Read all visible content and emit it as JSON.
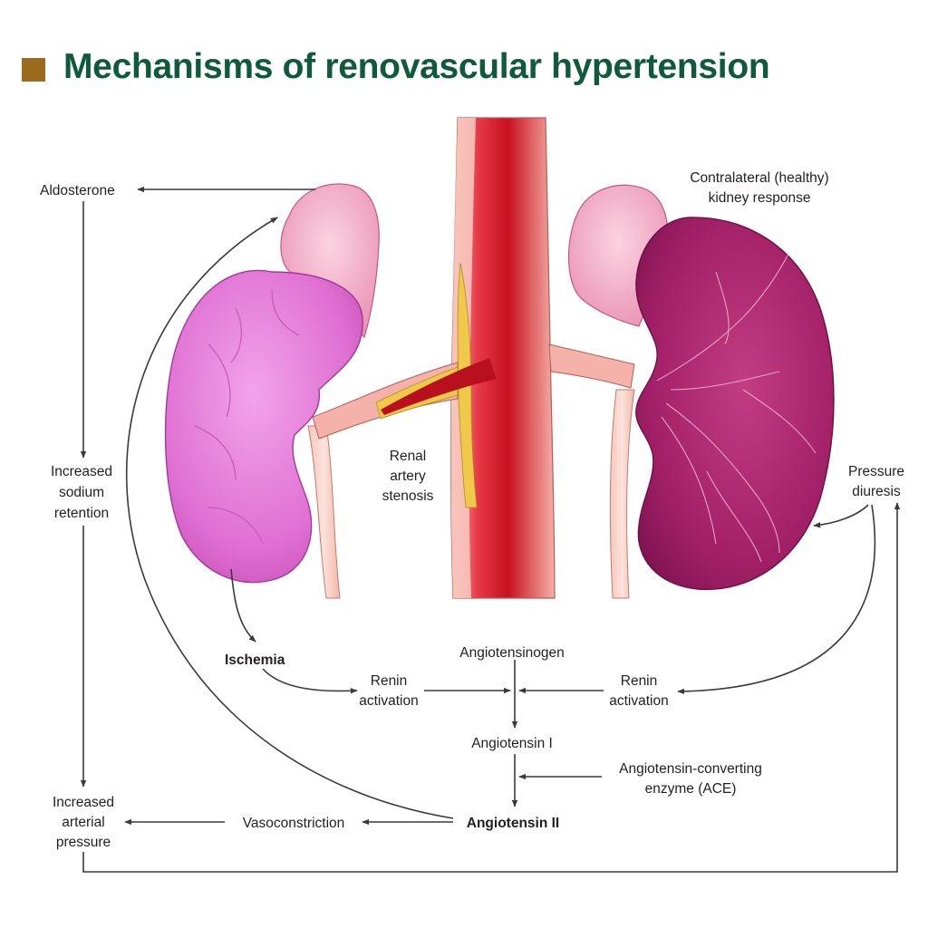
{
  "title": "Mechanisms of renovascular hypertension",
  "colors": {
    "title_text": "#0e5a3a",
    "title_square": "#9b6a1c",
    "aorta": "#e0182b",
    "stenotic_kidney": "#e27ad6",
    "healthy_kidney": "#a8216e",
    "adrenal": "#f2aec7",
    "plaque": "#f0c84a",
    "arrow": "#3a3a3a"
  },
  "labels": {
    "aldosterone": "Aldosterone",
    "contralateral_line1": "Contralateral (healthy)",
    "contralateral_line2": "kidney response",
    "increased_sodium_line1": "Increased",
    "increased_sodium_line2": "sodium",
    "increased_sodium_line3": "retention",
    "renal_stenosis_line1": "Renal",
    "renal_stenosis_line2": "artery",
    "renal_stenosis_line3": "stenosis",
    "pressure_diuresis_line1": "Pressure",
    "pressure_diuresis_line2": "diuresis",
    "ischemia": "Ischemia",
    "angiotensinogen": "Angiotensinogen",
    "renin_left_line1": "Renin",
    "renin_left_line2": "activation",
    "renin_right_line1": "Renin",
    "renin_right_line2": "activation",
    "angiotensin_1": "Angiotensin I",
    "ace_line1": "Angiotensin-converting",
    "ace_line2": "enzyme (ACE)",
    "angiotensin_2": "Angiotensin II",
    "vasoconstriction": "Vasoconstriction",
    "increased_arterial_line1": "Increased",
    "increased_arterial_line2": "arterial",
    "increased_arterial_line3": "pressure"
  }
}
